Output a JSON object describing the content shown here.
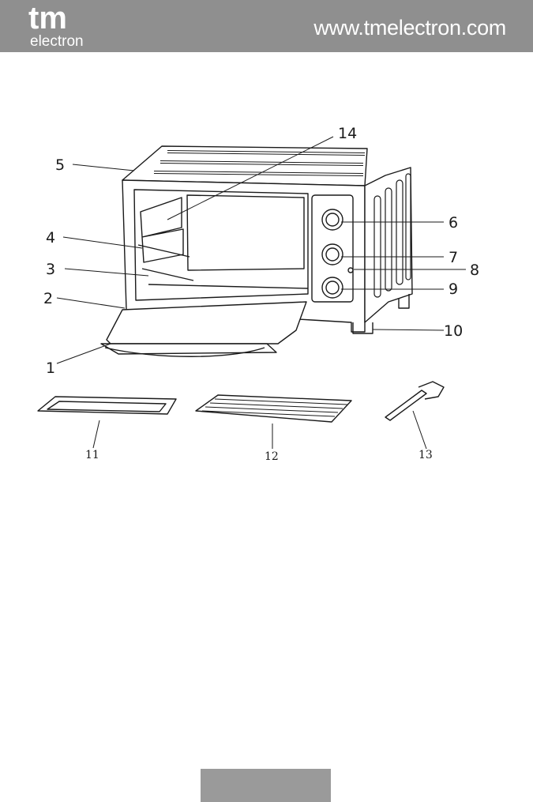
{
  "header": {
    "logo_top": "tm",
    "logo_bottom": "electron",
    "url": "www.tmelectron.com"
  },
  "callouts": {
    "c1": "1",
    "c2": "2",
    "c3": "3",
    "c4": "4",
    "c5": "5",
    "c6": "6",
    "c7": "7",
    "c8": "8",
    "c9": "9",
    "c10": "10",
    "c11": "11",
    "c12": "12",
    "c13": "13",
    "c14": "14"
  },
  "colors": {
    "header": "#8f8f8f",
    "footer": "#9a9a9a",
    "line": "#1a1a1a"
  }
}
